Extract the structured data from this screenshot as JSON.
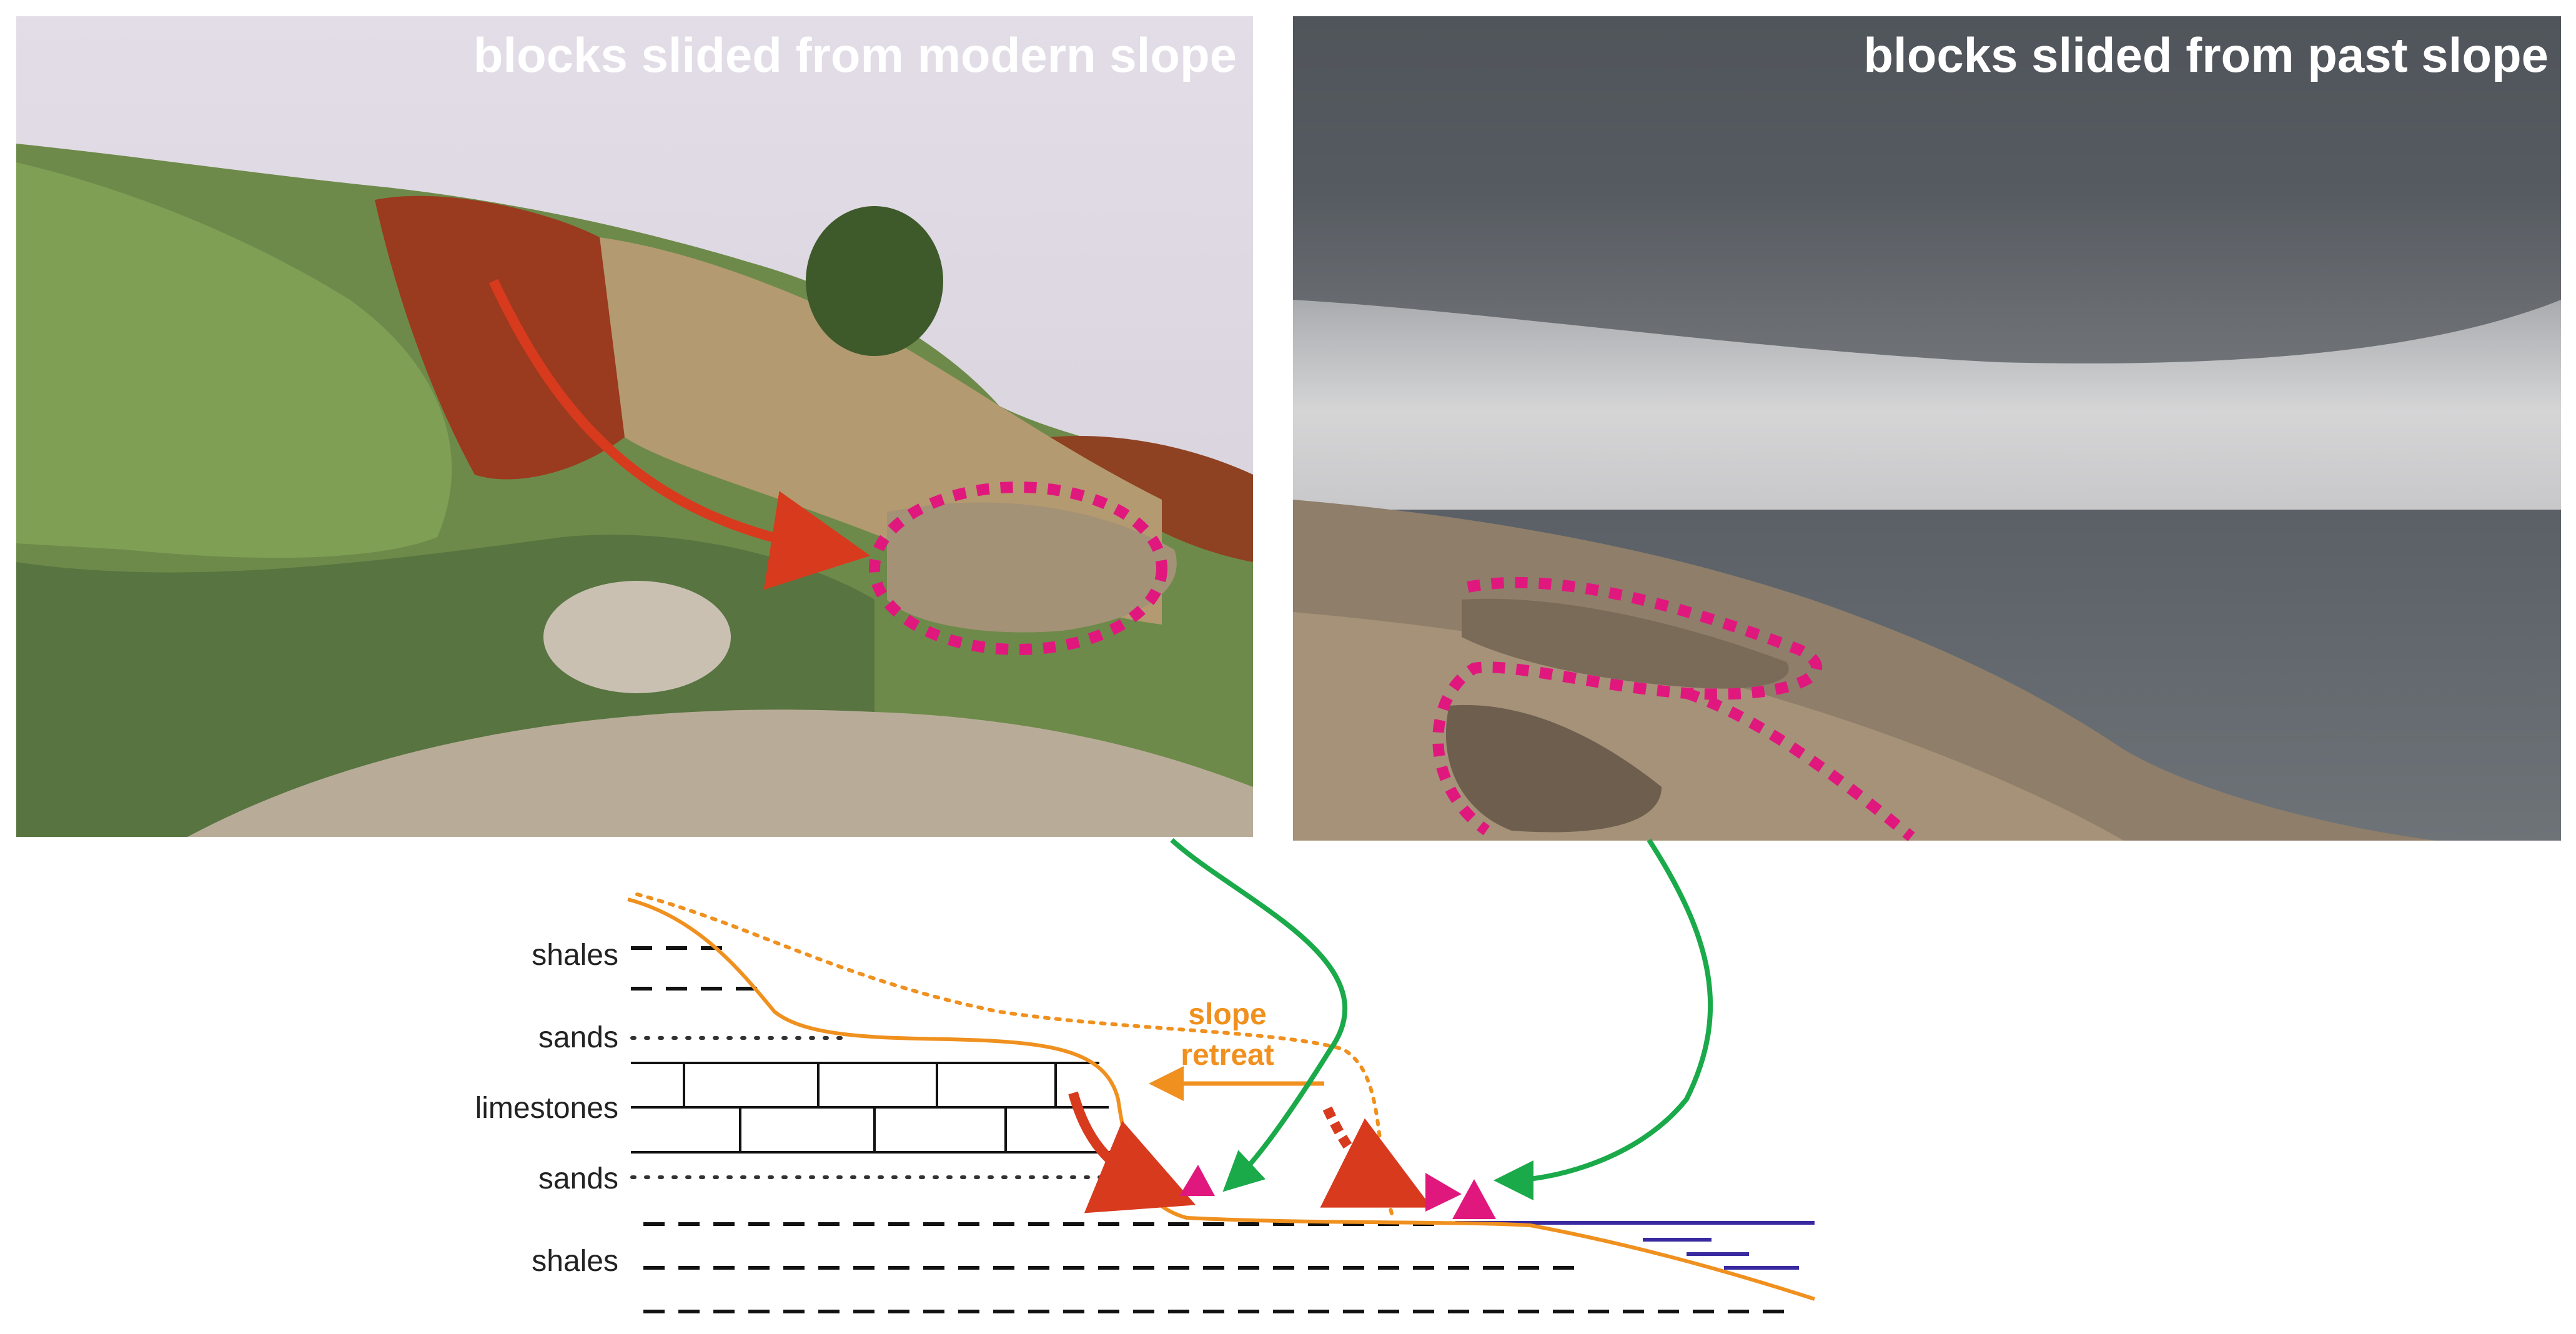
{
  "photo_left": {
    "title": "blocks slided from modern slope"
  },
  "photo_right": {
    "title": "blocks slided from past slope"
  },
  "section": {
    "layers": [
      "shales",
      "sands",
      "limestones",
      "sands",
      "shales"
    ],
    "annotation_line1": "slope",
    "annotation_line2": "retreat"
  },
  "colors": {
    "profile": "#f0901e",
    "slide_arrow": "#d83a1e",
    "block_marker": "#e0187e",
    "link_arrow": "#1aaa4a",
    "water": "#3a2aa0",
    "outline": "#e0187e",
    "title_text": "#ffffff"
  }
}
